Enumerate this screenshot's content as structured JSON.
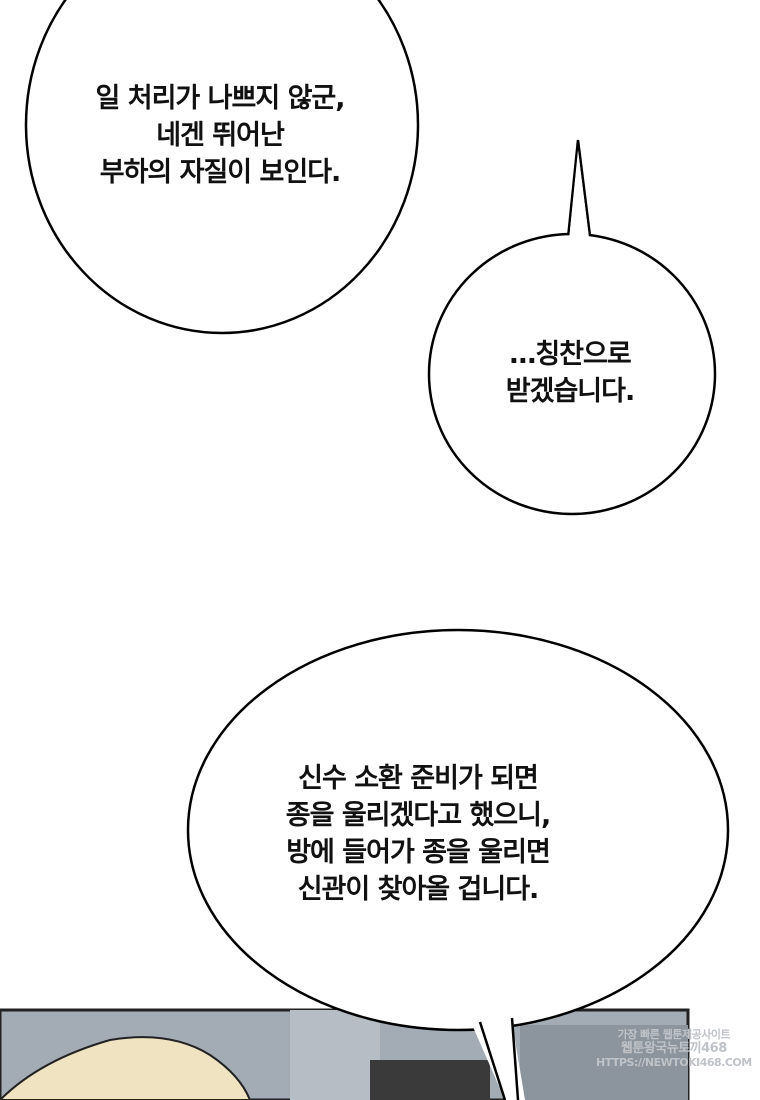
{
  "bubbles": [
    {
      "lines": [
        "일 처리가 나쁘지 않군,",
        "네겐 뛰어난",
        "부하의 자질이 보인다."
      ]
    },
    {
      "lines": [
        "…칭찬으로",
        "받겠습니다."
      ]
    },
    {
      "lines": [
        "신수 소환 준비가 되면",
        "종을 울리겠다고 했으니,",
        "방에 들어가 종을 울리면",
        "신관이 찾아올 겁니다."
      ]
    }
  ],
  "watermark": {
    "lines": [
      "가장 빠른 웹툰제공사이트",
      "웹툰왕국뉴토끼468",
      "HTTPS://NEWTOKI468.COM"
    ]
  },
  "colors": {
    "panel_bg": "#9aa3ad",
    "hair": "#efe3c2",
    "bubble_stroke": "#000000"
  }
}
